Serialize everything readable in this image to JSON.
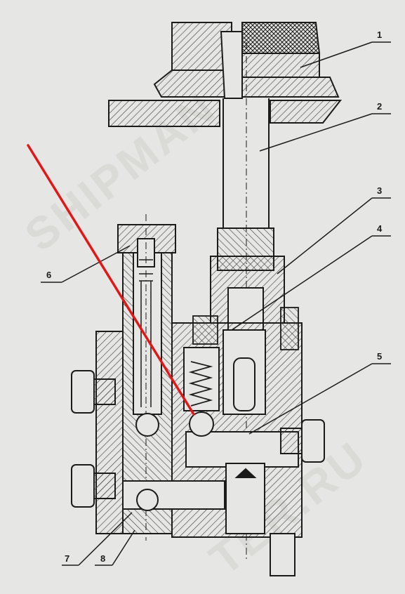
{
  "watermark": {
    "top": "SHIPMAN",
    "bottom": "TER.RU"
  },
  "callouts": [
    {
      "id": "1",
      "label": "1"
    },
    {
      "id": "2",
      "label": "2"
    },
    {
      "id": "3",
      "label": "3"
    },
    {
      "id": "4",
      "label": "4"
    },
    {
      "id": "5",
      "label": "5"
    },
    {
      "id": "6",
      "label": "6"
    },
    {
      "id": "7",
      "label": "7"
    },
    {
      "id": "8",
      "label": "8"
    }
  ],
  "colors": {
    "paper": "#e6e6e4",
    "ink": "#1b1b1b",
    "hatch": "#3a3a3a",
    "annotation_arrow": "#e01818"
  }
}
